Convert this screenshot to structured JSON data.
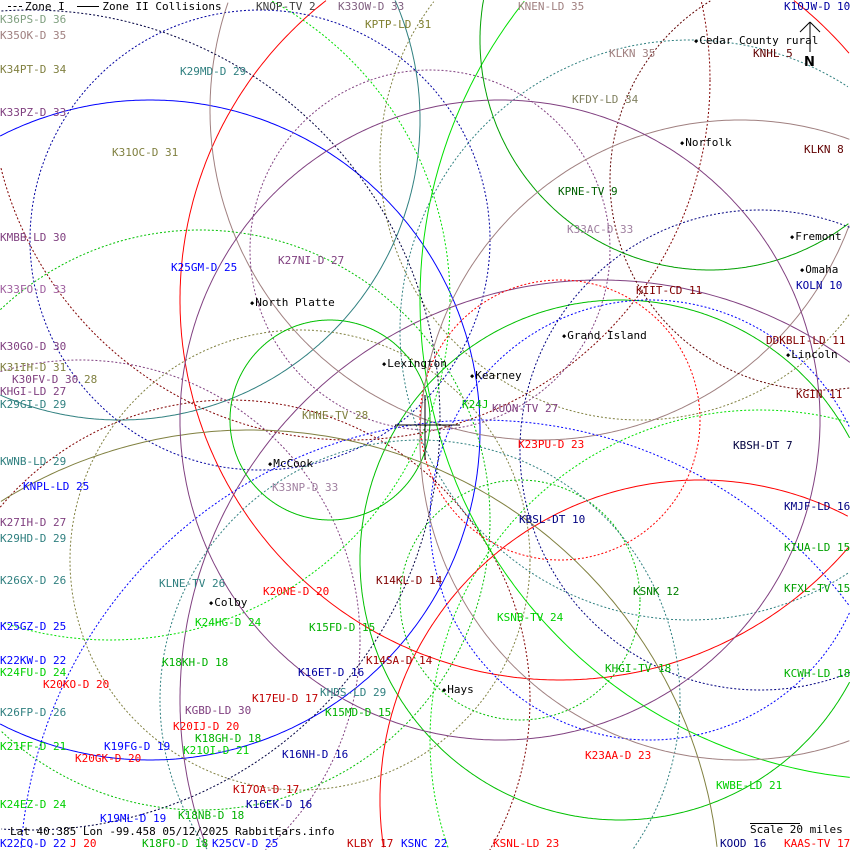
{
  "legend": {
    "zone1": "Zone I",
    "zone2": "Zone II Collisions"
  },
  "stations": [
    {
      "text": "K36PS-D 36",
      "color": "#80a080"
    },
    {
      "text": "KNOP-TV 2",
      "color": "#404040"
    },
    {
      "text": "K33OW-D 33",
      "color": "#806080"
    },
    {
      "text": "KNEN-LD 35",
      "color": "#a08080"
    },
    {
      "text": "K10JW-D 10",
      "color": "#0000a0"
    },
    {
      "text": "K35OK-D 35",
      "color": "#a08080"
    },
    {
      "text": "KPTP-LD 31",
      "color": "#808030"
    },
    {
      "text": "K34PT-D 34",
      "color": "#808040"
    },
    {
      "text": "K29MD-D 29",
      "color": "#308080"
    },
    {
      "text": "KLKN 35",
      "color": "#a08080"
    },
    {
      "text": "KNHL 5",
      "color": "#600000"
    },
    {
      "text": "K33PZ-D 33",
      "color": "#804080"
    },
    {
      "text": "KFDY-LD 34",
      "color": "#808060"
    },
    {
      "text": "K31OC-D 31",
      "color": "#808040"
    },
    {
      "text": "KLKN 8",
      "color": "#600000"
    },
    {
      "text": "KPNE-TV 9",
      "color": "#006000"
    },
    {
      "text": "K33AC-D 33",
      "color": "#a080a0"
    },
    {
      "text": "KMBB-LD 30",
      "color": "#804080"
    },
    {
      "text": "K27NI-D 27",
      "color": "#804080"
    },
    {
      "text": "K25GM-D 25",
      "color": "#0000ff"
    },
    {
      "text": "KOLN 10",
      "color": "#0000a0"
    },
    {
      "text": "K33FO-D 33",
      "color": "#a060a0"
    },
    {
      "text": "KIIT-CD 11",
      "color": "#800000"
    },
    {
      "text": "K30GO-D 30",
      "color": "#804080"
    },
    {
      "text": "DDKBLI-LD 11",
      "color": "#800000"
    },
    {
      "text": "K31IH-D 31",
      "color": "#808040"
    },
    {
      "text": "K30FV-D 30",
      "color": "#804080"
    },
    {
      "text": "28",
      "color": "#808040"
    },
    {
      "text": "KHGI-LD 27",
      "color": "#804080"
    },
    {
      "text": "K29GI-D 29",
      "color": "#308080"
    },
    {
      "text": "KGIN 11",
      "color": "#800000"
    },
    {
      "text": "K24J",
      "color": "#00c000"
    },
    {
      "text": "KUON-TV 27",
      "color": "#804080"
    },
    {
      "text": "KHNE-TV 28",
      "color": "#808040"
    },
    {
      "text": "K23PU-D 23",
      "color": "#ff0000"
    },
    {
      "text": "KBSH-DT 7",
      "color": "#000040"
    },
    {
      "text": "KWNB-LD 29",
      "color": "#308080"
    },
    {
      "text": "KNPL-LD 25",
      "color": "#0000ff"
    },
    {
      "text": "K33NP-D 33",
      "color": "#a080a0"
    },
    {
      "text": "KMJF-LD 16",
      "color": "#000080"
    },
    {
      "text": "KBSL-DT 10",
      "color": "#000080"
    },
    {
      "text": "K27IH-D 27",
      "color": "#804080"
    },
    {
      "text": "K29HD-D 29",
      "color": "#308080"
    },
    {
      "text": "KIUA-LD 15",
      "color": "#00a000"
    },
    {
      "text": "K26GX-D 26",
      "color": "#308080"
    },
    {
      "text": "KLNE-TV 26",
      "color": "#308080"
    },
    {
      "text": "K14KL-D 14",
      "color": "#800000"
    },
    {
      "text": "K20NE-D 20",
      "color": "#ff0000"
    },
    {
      "text": "KSNK 12",
      "color": "#008000"
    },
    {
      "text": "KFXL-TV 15",
      "color": "#00a000"
    },
    {
      "text": "K25GZ-D 25",
      "color": "#0000ff"
    },
    {
      "text": "K24HG-D 24",
      "color": "#00d000"
    },
    {
      "text": "K15FD-D 15",
      "color": "#00b000"
    },
    {
      "text": "KSNB-TV 24",
      "color": "#00d000"
    },
    {
      "text": "K22KW-D 22",
      "color": "#0000ff"
    },
    {
      "text": "K18KH-D 18",
      "color": "#00b000"
    },
    {
      "text": "K14SA-D 14",
      "color": "#a00000"
    },
    {
      "text": "K24FU-D 24",
      "color": "#00d000"
    },
    {
      "text": "K16ET-D 16",
      "color": "#0000a0"
    },
    {
      "text": "KHGI-TV 18",
      "color": "#00b000"
    },
    {
      "text": "KCWH-LD 18",
      "color": "#00b000"
    },
    {
      "text": "K20KO-D 20",
      "color": "#ff0000"
    },
    {
      "text": "KHDS-LD 29",
      "color": "#308080"
    },
    {
      "text": "K26FP-D 26",
      "color": "#308080"
    },
    {
      "text": "K17EU-D 17",
      "color": "#c00000"
    },
    {
      "text": "KGBD-LD 30",
      "color": "#804080"
    },
    {
      "text": "K15MD-D 15",
      "color": "#00b000"
    },
    {
      "text": "K18GH-D 18",
      "color": "#00b000"
    },
    {
      "text": "K20IJ-D 20",
      "color": "#ff0000"
    },
    {
      "text": "K21FF-D 21",
      "color": "#00d000"
    },
    {
      "text": "K19FG-D 19",
      "color": "#0000ff"
    },
    {
      "text": "K20GK-D 20",
      "color": "#ff0000"
    },
    {
      "text": "K21OI-D 21",
      "color": "#00d000"
    },
    {
      "text": "K16NH-D 16",
      "color": "#0000a0"
    },
    {
      "text": "K23AA-D 23",
      "color": "#ff0000"
    },
    {
      "text": "KWBE-LD 21",
      "color": "#00d000"
    },
    {
      "text": "K17OA-D 17",
      "color": "#c00000"
    },
    {
      "text": "K16EK-D 16",
      "color": "#0000a0"
    },
    {
      "text": "K24EZ-D 24",
      "color": "#00d000"
    },
    {
      "text": "K18NB-D 18",
      "color": "#00b000"
    },
    {
      "text": "K19ML-D 19",
      "color": "#0000ff"
    },
    {
      "text": "K22CQ-D 22",
      "color": "#0000ff"
    },
    {
      "text": "J 20",
      "color": "#ff0000"
    },
    {
      "text": "K18FO-D 18",
      "color": "#00b000"
    },
    {
      "text": "K25CV-D 25",
      "color": "#0000ff"
    },
    {
      "text": "KLBY 17",
      "color": "#c00000"
    },
    {
      "text": "KSNC 22",
      "color": "#0000ff"
    },
    {
      "text": "KSNL-LD 23",
      "color": "#ff0000"
    },
    {
      "text": "KOOD 16",
      "color": "#000080"
    },
    {
      "text": "KAAS-TV 17",
      "color": "#ff0000"
    }
  ],
  "cities": [
    "Cedar County rural",
    "Norfolk",
    "Fremont",
    "Omaha",
    "North Platte",
    "Grand Island",
    "Lincoln",
    "Lexington",
    "Kearney",
    "McCook",
    "Colby",
    "Hays"
  ],
  "footer": "Lat 40.385 Lon -99.458 05/12/2025 RabbitEars.info",
  "scale_label": "Scale 20 miles",
  "north_label": "N"
}
